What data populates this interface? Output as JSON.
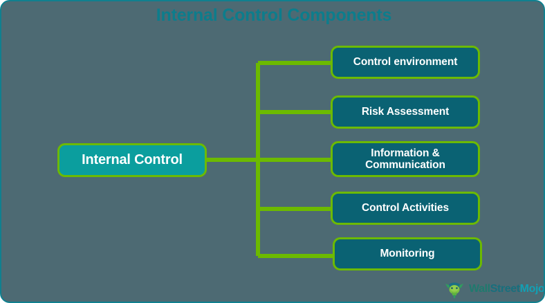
{
  "page": {
    "title": "Internal Control Components",
    "background_color": "#4d6a73",
    "frame_border_color": "#10808f",
    "title_color": "#0c7d8c"
  },
  "diagram": {
    "type": "tree",
    "orientation": "left-to-right",
    "connector_color": "#6cba00",
    "root": {
      "label": "Internal Control",
      "fill_color": "#0b9e9e",
      "border_color": "#6cba00",
      "text_color": "#ffffff"
    },
    "children": [
      {
        "label": "Control environment",
        "lines": [
          "Control environment"
        ],
        "fill_color": "#0a6273",
        "border_color": "#6cba00",
        "text_color": "#ffffff"
      },
      {
        "label": "Risk Assessment",
        "lines": [
          "Risk Assessment"
        ],
        "fill_color": "#0a6273",
        "border_color": "#6cba00",
        "text_color": "#ffffff"
      },
      {
        "label": "Information & Communication",
        "lines": [
          "Information &",
          "Communication"
        ],
        "fill_color": "#0a6273",
        "border_color": "#6cba00",
        "text_color": "#ffffff"
      },
      {
        "label": "Control Activities",
        "lines": [
          "Control Activities"
        ],
        "fill_color": "#0a6273",
        "border_color": "#6cba00",
        "text_color": "#ffffff"
      },
      {
        "label": "Monitoring",
        "lines": [
          "Monitoring"
        ],
        "fill_color": "#0a6273",
        "border_color": "#6cba00",
        "text_color": "#ffffff"
      }
    ]
  },
  "logo": {
    "icon": "wallstreetmojo-bull-icon",
    "part1": "Wall",
    "part2": "Street",
    "part3": "Mojo",
    "color1": "#1f7a6e",
    "color2": "#186f7d",
    "color3": "#12a0b4"
  }
}
